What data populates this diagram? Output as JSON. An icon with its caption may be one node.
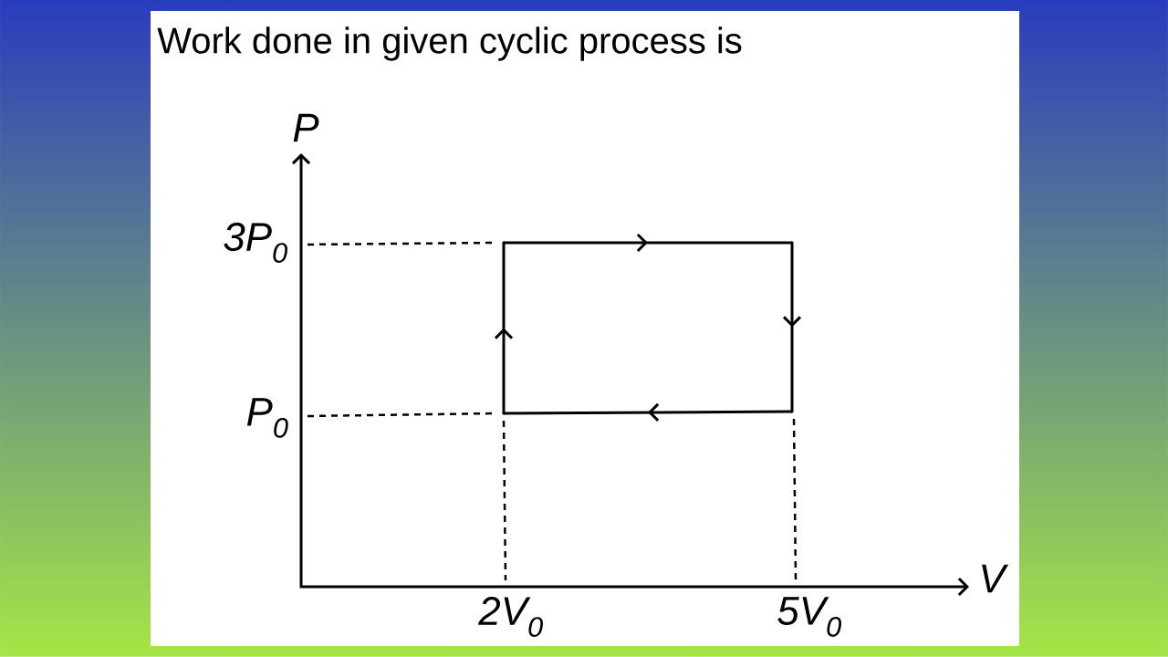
{
  "diagram": {
    "title": "Work done in given cyclic process is",
    "nodes": [
      {
        "text": [],
        "shape": "point"
      },
      {
        "text": [],
        "shape": "point"
      },
      {
        "text": [],
        "shape": "point"
      },
      {
        "text": [],
        "shape": "point"
      }
    ],
    "edges": [
      {
        "from": 0,
        "to": 1,
        "arrow": "to"
      },
      {
        "from": 1,
        "to": 2,
        "arrow": "to"
      },
      {
        "from": 2,
        "to": 3,
        "arrow": "to"
      },
      {
        "from": 3,
        "to": 0,
        "arrow": "to"
      }
    ],
    "labels": [
      "P",
      "V",
      "3P$_{0}$",
      "P$_{0}$",
      "2V$_{0}$",
      "5V$_{0}$"
    ]
  }
}
